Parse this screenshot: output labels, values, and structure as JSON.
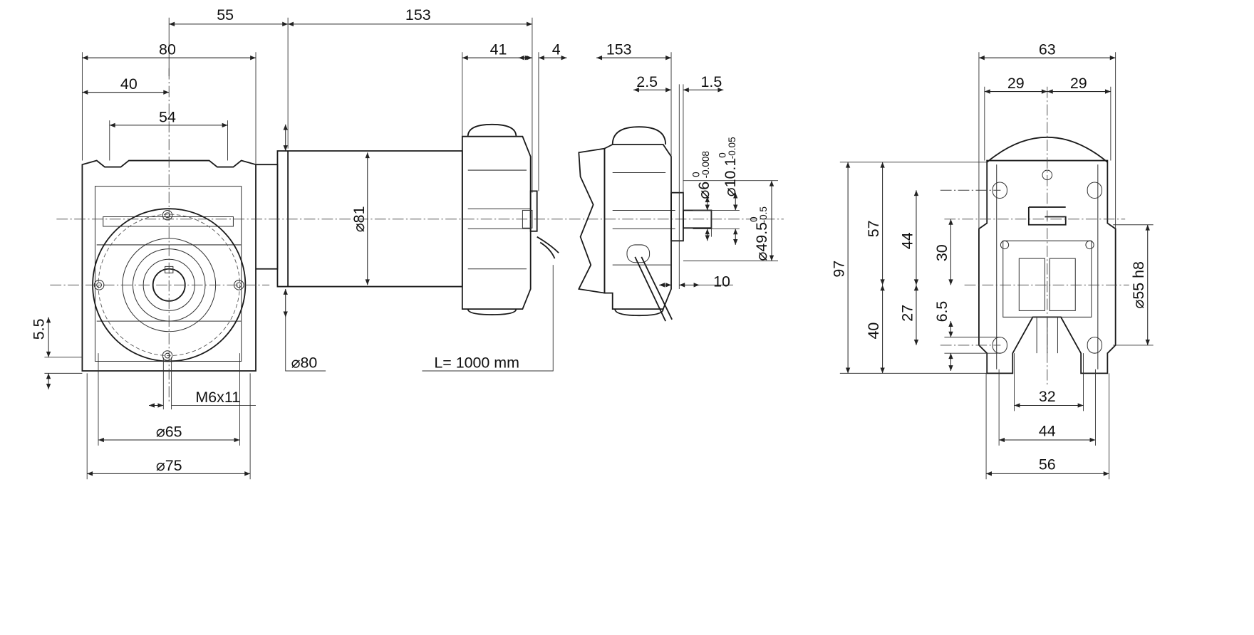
{
  "drawing": {
    "front_view": {
      "dim_55": "55",
      "dim_153": "153",
      "dim_80": "80",
      "dim_40": "40",
      "dim_54": "54",
      "dim_41": "41",
      "dim_4": "4",
      "dia_81": "⌀81",
      "dia_80": "⌀80",
      "cable_length": "L= 1000 mm",
      "dim_5_5": "5.5",
      "thread": "M6x11",
      "dia_65": "⌀65",
      "dia_75": "⌀75"
    },
    "side_view": {
      "dim_153": "153",
      "dim_2_5": "2.5",
      "dim_1_5": "1.5",
      "dim_10": "10",
      "shaft_dia": "⌀6",
      "shaft_tol_lower": "-0.008",
      "shaft_tol_upper": "0",
      "collar_dia": "⌀10.1",
      "collar_tol_lower": "-0.05",
      "collar_tol_upper": "0",
      "pilot_dia": "⌀49.5",
      "pilot_tol_lower": "-0.5",
      "pilot_tol_upper": "0"
    },
    "end_view": {
      "dim_63": "63",
      "dim_29_left": "29",
      "dim_29_right": "29",
      "dim_97": "97",
      "dim_57": "57",
      "dim_44_v": "44",
      "dim_30": "30",
      "dim_40": "40",
      "dim_27": "27",
      "dim_6_5": "6.5",
      "dia_55": "⌀55 h8",
      "dim_32": "32",
      "dim_44_h": "44",
      "dim_56": "56"
    }
  }
}
